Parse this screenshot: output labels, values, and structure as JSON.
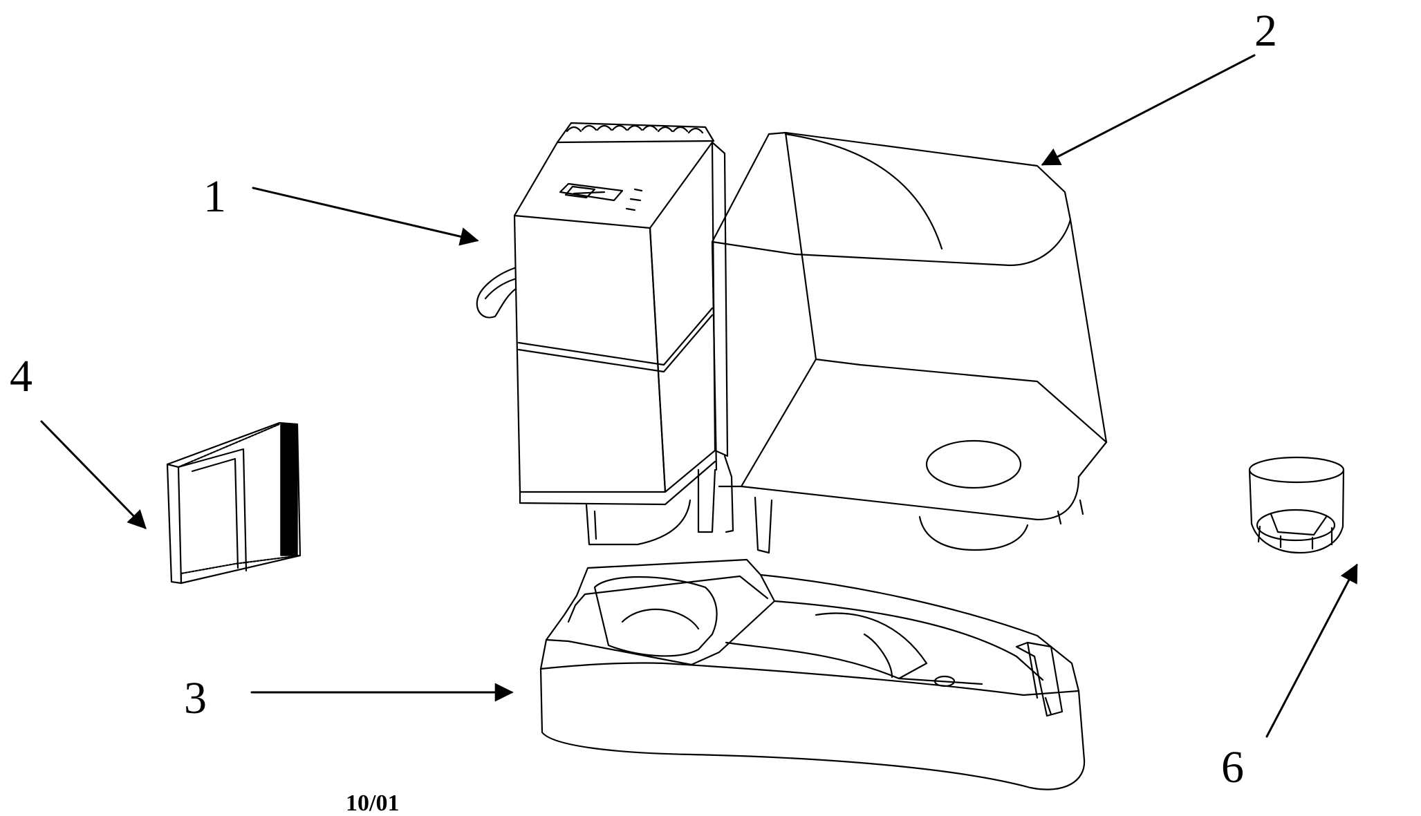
{
  "figure": {
    "labels": {
      "one": "1",
      "two": "2",
      "three": "3",
      "four": "4",
      "six": "6"
    },
    "sheet_number": "10/01",
    "colors": {
      "ink": "#000000",
      "paper": "#ffffff"
    }
  }
}
